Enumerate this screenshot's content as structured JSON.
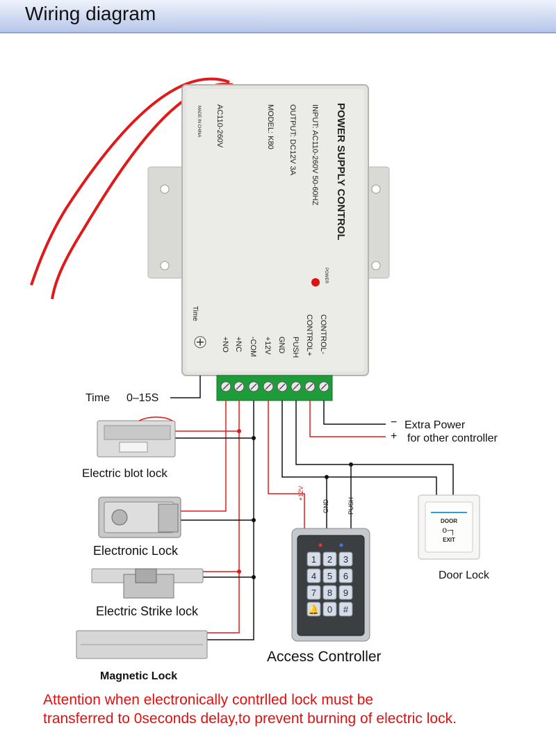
{
  "header": {
    "title": "Wiring diagram"
  },
  "power_supply": {
    "title": "POWER SUPPLY CONTROL",
    "input": "INPUT: AC110-260V 50-60HZ",
    "output": "OUTPUT: DC12V 3A",
    "model": "MODEL: K80",
    "voltage": "AC110-260V",
    "made_in": "MADE IN CHINA",
    "power_label": "POWER",
    "time_label": "Time",
    "terminals": [
      "+NO",
      "+NC",
      "-COM",
      "+12V",
      "GND",
      "PUSH",
      "CONTROL+",
      "CONTROL-"
    ]
  },
  "labels": {
    "time": "Time",
    "time_range": "0–15S",
    "extra_minus": "−",
    "extra_plus": "+",
    "extra_power": "Extra Power",
    "for_other": "for other controller",
    "electric_bolt_lock": "Electric blot lock",
    "electronic_lock": "Electronic Lock",
    "electric_strike_lock": "Electric Strike lock",
    "magnetic_lock": "Magnetic Lock",
    "door_lock": "Door Lock",
    "access_controller": "Access Controller",
    "wire_12v": "+12V",
    "wire_gnd": "GND",
    "wire_push": "PUSH"
  },
  "door_button": {
    "top": "DOOR",
    "bottom": "EXIT"
  },
  "keypad": {
    "keys": [
      "1",
      "2",
      "3",
      "4",
      "5",
      "6",
      "7",
      "8",
      "9",
      "🔔",
      "0",
      "#"
    ]
  },
  "attention": {
    "line1": "Attention when electronically contrlled lock must be",
    "line2": "transferred to 0seconds delay,to prevent burning of electric lock."
  },
  "colors": {
    "wire_red": "#e01a1a",
    "wire_black": "#111111",
    "terminal_green": "#1e9c3a",
    "attention": "#e01010"
  }
}
